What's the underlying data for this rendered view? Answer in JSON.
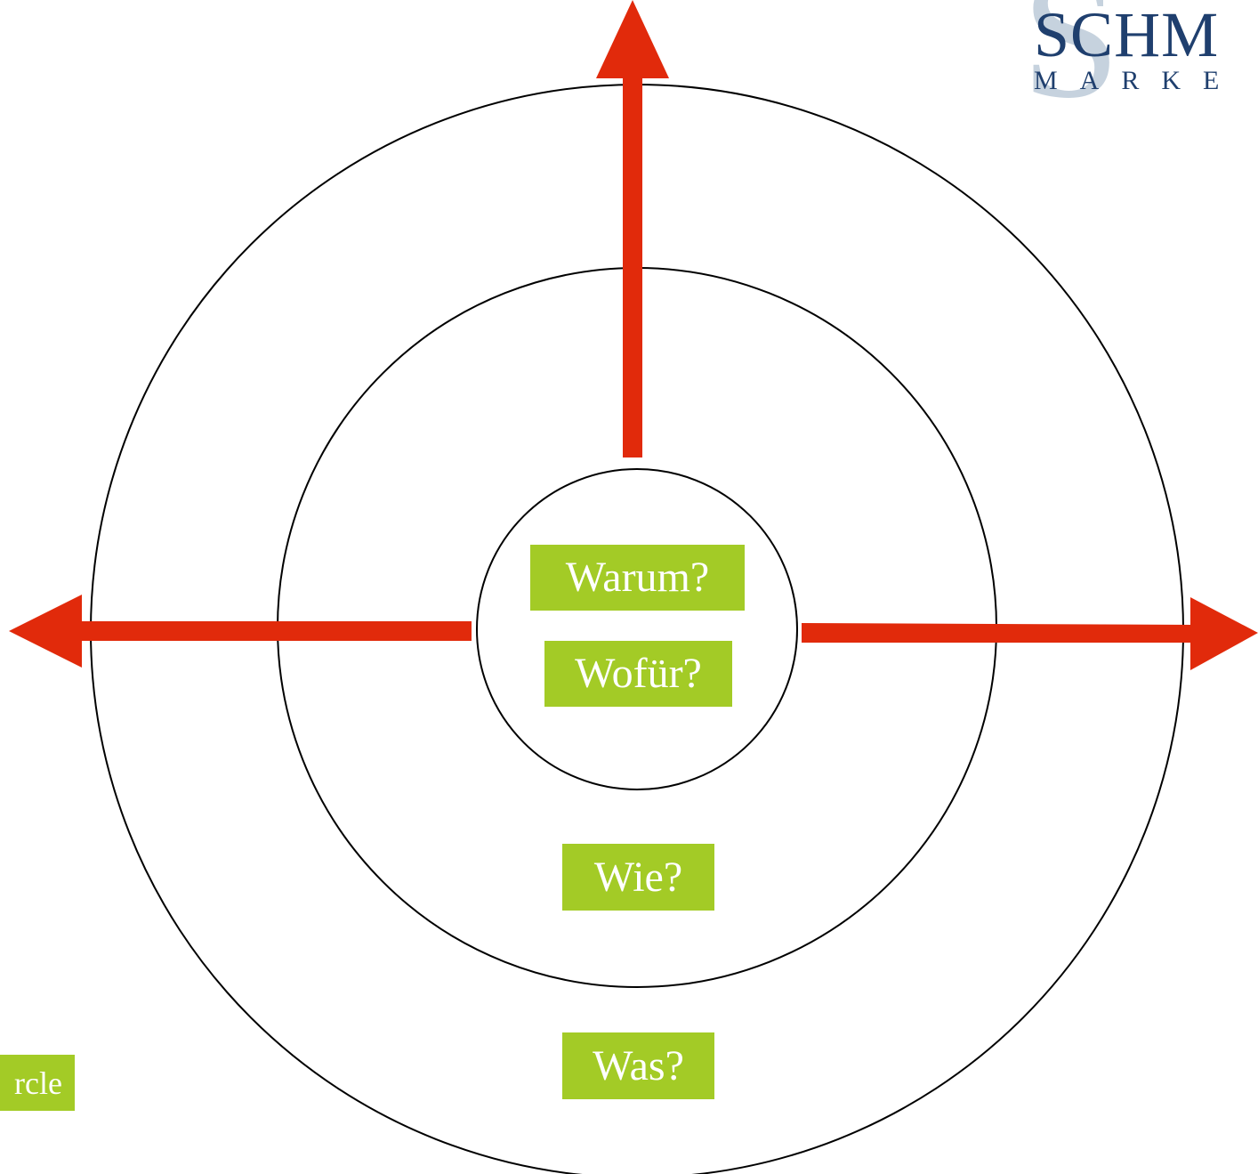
{
  "diagram": {
    "labels": {
      "center_1": "Warum?",
      "center_2": "Wofür?",
      "middle": "Wie?",
      "outer": "Was?",
      "side_fragment": "rcle"
    },
    "arrow_color": "#e12a0b",
    "label_bg_color": "#a3cb26"
  },
  "logo": {
    "word": "SCHM",
    "subword": "MARKE",
    "initial": "S",
    "brand_color": "#1f3f6e",
    "accent_color": "#c6d2de"
  }
}
